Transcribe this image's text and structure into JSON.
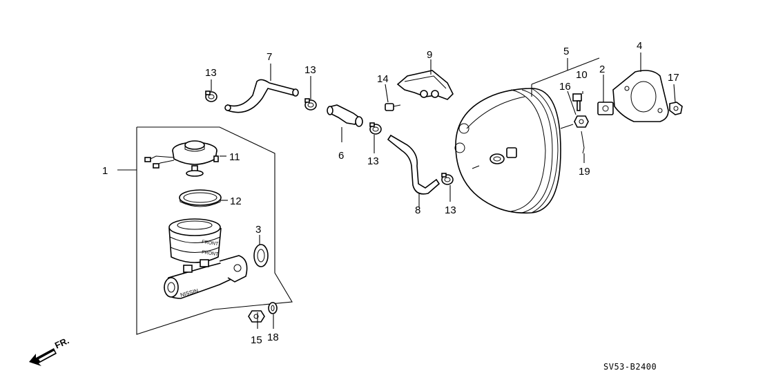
{
  "diagram": {
    "callouts": {
      "p1": "1",
      "p2": "2",
      "p3": "3",
      "p4": "4",
      "p5": "5",
      "p6": "6",
      "p7": "7",
      "p8": "8",
      "p9": "9",
      "p10": "10",
      "p11": "11",
      "p12": "12",
      "p13a": "13",
      "p13b": "13",
      "p13c": "13",
      "p13d": "13",
      "p14": "14",
      "p15": "15",
      "p16": "16",
      "p17": "17",
      "p18": "18",
      "p19": "19"
    },
    "direction_label": "FR.",
    "diagram_code": "SV53-B2400"
  }
}
